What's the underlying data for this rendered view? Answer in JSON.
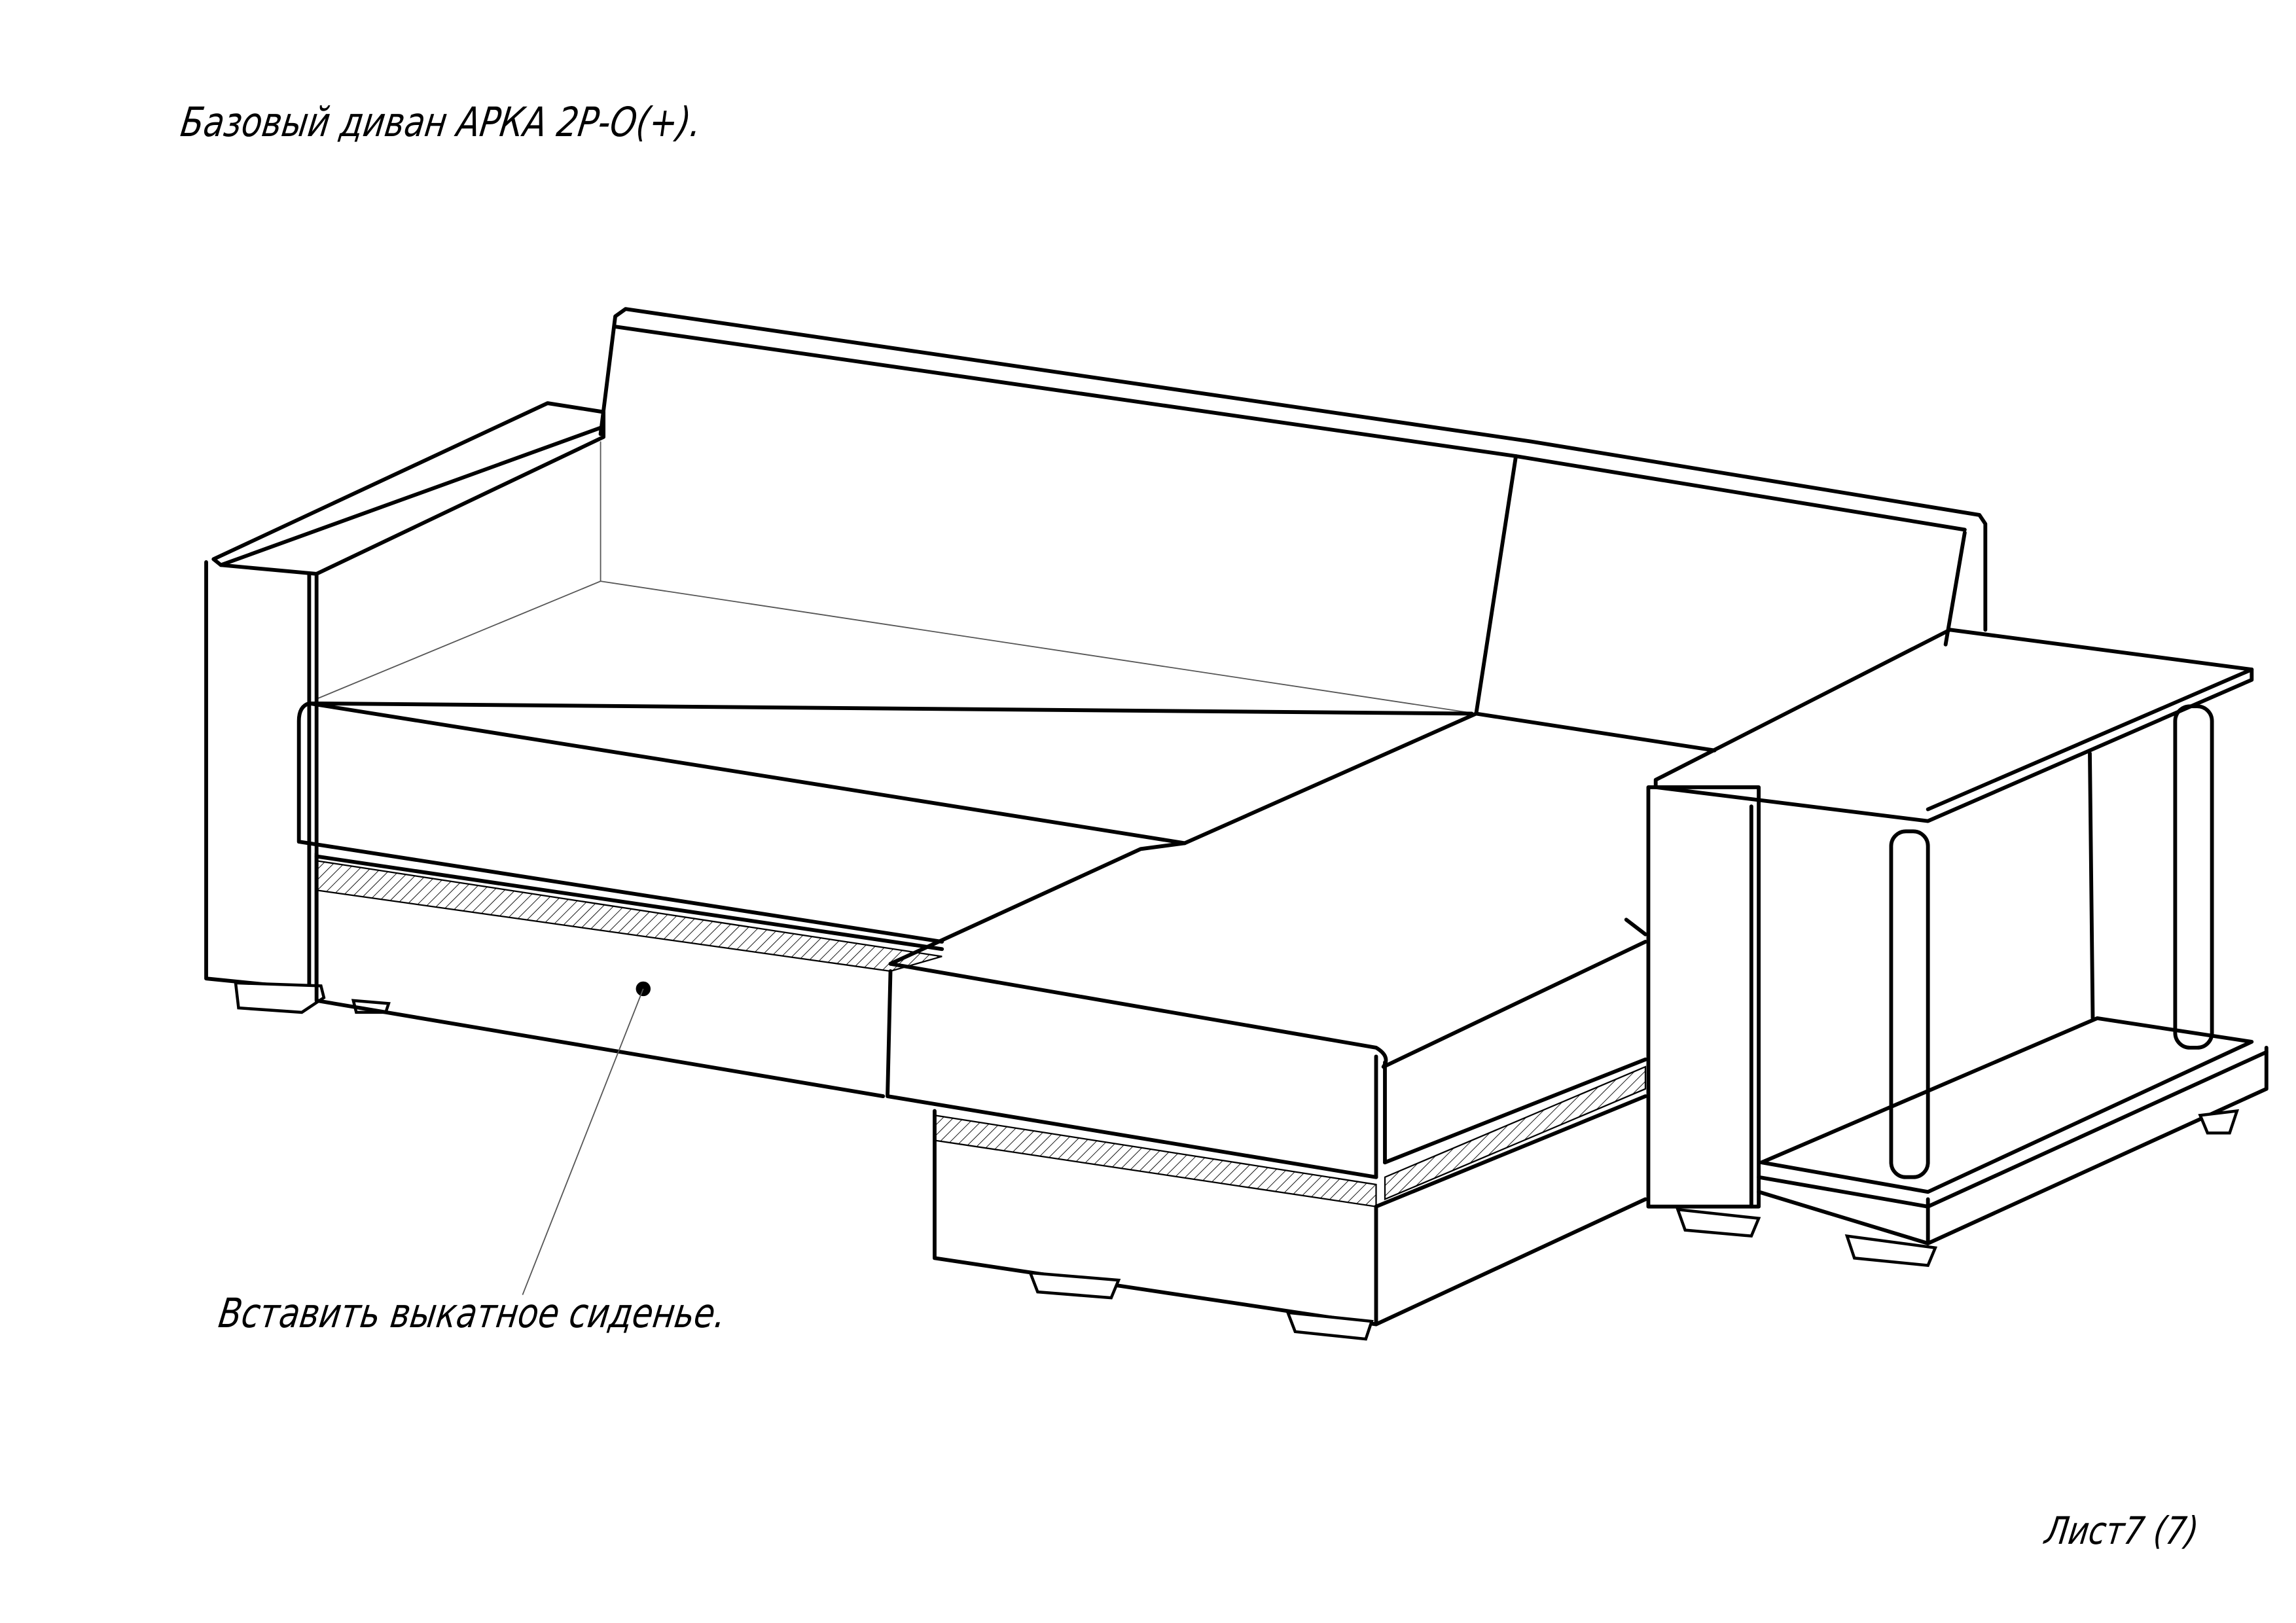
{
  "drawing": {
    "title": "Базовый диван АРКА 2Р-О(+).",
    "callout": "Вставить выкатное сиденье.",
    "sheet": "Лист7 (7)"
  }
}
